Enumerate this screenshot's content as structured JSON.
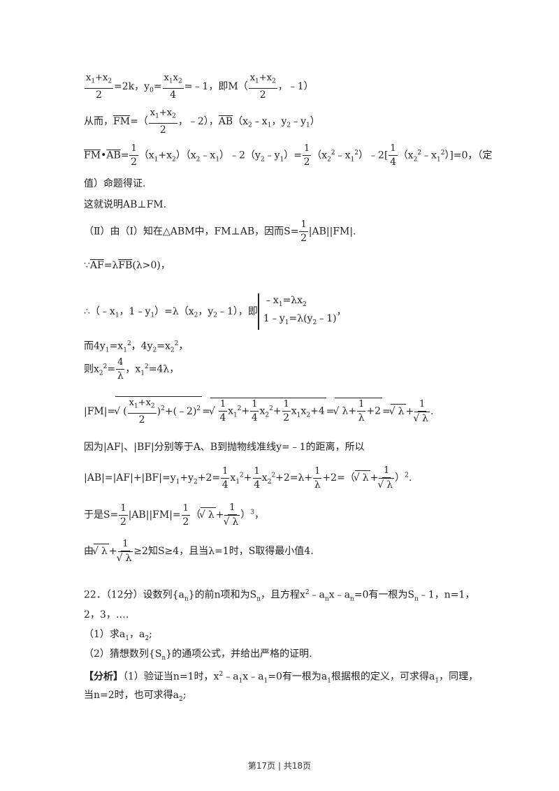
{
  "lines": [
    {
      "html": "<span class=\"frac\"><span class=\"num\">x<sub>1</sub>+x<sub>2</sub></span><span class=\"den\">2</span></span>=2k，y<sub>0</sub>=<span class=\"frac\"><span class=\"num\">x<sub>1</sub>x<sub>2</sub></span><span class=\"den\">4</span></span>=﹣1，即M（<span class=\"frac\"><span class=\"num\">x<sub>1</sub>+x<sub>2</sub></span><span class=\"den\">2</span></span>，﹣1）"
    },
    {
      "html": "从而，<span class=\"vec\">FM</span>=（<span class=\"frac\"><span class=\"num\">x<sub>1</sub>+x<sub>2</sub></span><span class=\"den\">2</span></span>，﹣2），<span class=\"vec\">AB</span>（x<sub>2</sub>﹣x<sub>1</sub>，y<sub>2</sub>﹣y<sub>1</sub>）"
    },
    {
      "html": "<span class=\"vec\">FM</span>•<span class=\"vec\">AB</span>=<span class=\"frac\"><span class=\"num\">1</span><span class=\"den\">2</span></span>（x<sub>1</sub>+x<sub>2</sub>）（x<sub>2</sub>﹣x<sub>1</sub>）﹣2（y<sub>2</sub>﹣y<sub>1</sub>）=<span class=\"frac\"><span class=\"num\">1</span><span class=\"den\">2</span></span>（x<sub>2</sub><sup>2</sup>﹣x<sub>1</sub><sup>2</sup>）﹣2[<span class=\"frac\"><span class=\"num\">1</span><span class=\"den\">4</span></span>（x<sub>2</sub><sup>2</sup>﹣x<sub>1</sub><sup>2</sup>）]=0，（定"
    },
    {
      "html": "值）命题得证."
    },
    {
      "html": "这就说明AB⊥FM."
    },
    {
      "html": "（Ⅱ）由（Ⅰ）知在△ABM中，FM⊥AB，因而S=<span class=\"frac\"><span class=\"num\">1</span><span class=\"den\">2</span></span>|AB||FM|."
    },
    {
      "html": "∵<span class=\"vec\">AF</span>=λ<span class=\"vec\">FB</span>(λ&gt;0)，"
    },
    {
      "html": "∴（﹣x<sub>1</sub>，1﹣y<sub>1</sub>）=λ（x<sub>2</sub>，y<sub>2</sub>﹣1），即<span class=\"brace\">﹣x<sub>1</sub>=λx<sub>2</sub><br>1﹣y<sub>1</sub>=λ(y<sub>2</sub>﹣1)</span>，"
    },
    {
      "html": "而4y<sub>1</sub>=x<sub>1</sub><sup>2</sup>，4y<sub>2</sub>=x<sub>2</sub><sup>2</sup>，"
    },
    {
      "html": "则x<sub>2</sub><sup>2</sup>=<span class=\"frac\"><span class=\"num\">4</span><span class=\"den\">λ</span></span>，x<sub>1</sub><sup>2</sup>=4λ，"
    },
    {
      "html": "|FM|=<span class=\"sqrt\">(<span class=\"frac\"><span class=\"num\">x<sub>1</sub>+x<sub>2</sub></span><span class=\"den\">2</span></span>)<sup>2</sup>+(﹣2)<sup>2</sup></span>=<span class=\"sqrt\"><span class=\"frac\"><span class=\"num\">1</span><span class=\"den\">4</span></span>x<sub>1</sub><sup>2</sup>+<span class=\"frac\"><span class=\"num\">1</span><span class=\"den\">4</span></span>x<sub>2</sub><sup>2</sup>+<span class=\"frac\"><span class=\"num\">1</span><span class=\"den\">2</span></span>x<sub>1</sub>x<sub>2</sub>+4</span>=<span class=\"sqrt\">λ+<span class=\"frac\"><span class=\"num\">1</span><span class=\"den\">λ</span></span>+2</span>=<span class=\"sqrt\">λ</span>+<span class=\"frac\"><span class=\"num\">1</span><span class=\"den\"><span class=\"sqrt\">λ</span></span></span>."
    },
    {
      "html": "因为|AF|、|BF|分别等于A、B到抛物线准线y=﹣1的距离，所以"
    },
    {
      "html": "|AB|=|AF|+|BF|=y<sub>1</sub>+y<sub>2</sub>+2=<span class=\"frac\"><span class=\"num\">1</span><span class=\"den\">4</span></span>x<sub>1</sub><sup>2</sup>+<span class=\"frac\"><span class=\"num\">1</span><span class=\"den\">4</span></span>x<sub>2</sub><sup>2</sup>+2=λ+<span class=\"frac\"><span class=\"num\">1</span><span class=\"den\">λ</span></span>+2=（<span class=\"sqrt\">λ</span>+<span class=\"frac\"><span class=\"num\">1</span><span class=\"den\"><span class=\"sqrt\">λ</span></span></span>）<sup>2</sup>."
    },
    {
      "html": "于是S=<span class=\"frac\"><span class=\"num\">1</span><span class=\"den\">2</span></span>|AB||FM|=<span class=\"frac\"><span class=\"num\">1</span><span class=\"den\">2</span></span>（<span class=\"sqrt\">λ</span>+<span class=\"frac\"><span class=\"num\">1</span><span class=\"den\"><span class=\"sqrt\">λ</span></span></span>）<sup>3</sup>，"
    },
    {
      "html": "由<span class=\"sqrt\">λ</span>+<span class=\"frac\"><span class=\"num\">1</span><span class=\"den\"><span class=\"sqrt\">λ</span></span></span>≥2知S≥4，且当λ=1时，S取得最小值4."
    },
    {
      "html": "22．（12分）设数列{a<sub>n</sub>}的前n项和为S<sub>n</sub>，且方程x<sup>2</sup>﹣a<sub>n</sub>x﹣a<sub>n</sub>=0有一根为S<sub>n</sub>﹣1，n=1，"
    },
    {
      "html": "2，3，…."
    },
    {
      "html": "（1）求a<sub>1</sub>，a<sub>2</sub>;"
    },
    {
      "html": "（2）猜想数列{S<sub>n</sub>}的通项公式，并给出严格的证明."
    },
    {
      "html": "<span class=\"bold\">【分析】</span>（1）验证当n=1时，x<sup>2</sup>﹣a<sub>1</sub>x﹣a<sub>1</sub>=0有一根为a<sub>1</sub>根据根的定义，可求得a<sub>1</sub>，同理，"
    },
    {
      "html": "当n=2时，也可求得a<sub>2</sub>;"
    }
  ],
  "footer": "第17页 | 共18页"
}
